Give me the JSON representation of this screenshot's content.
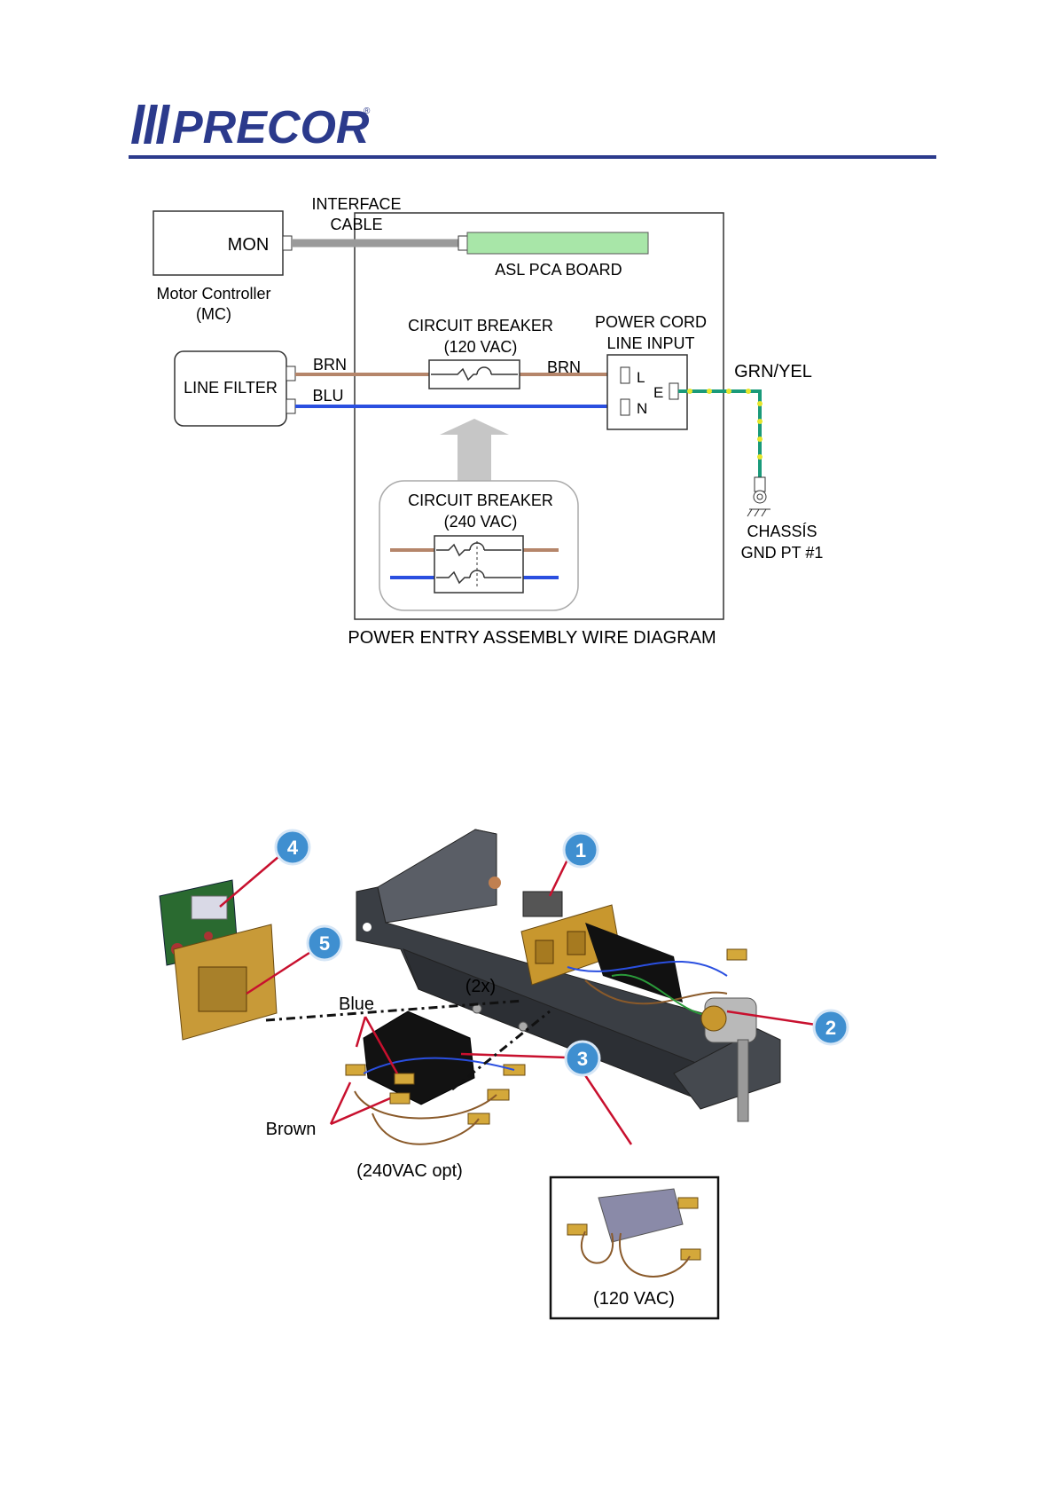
{
  "brand": {
    "logo_text": "PRECOR",
    "trademark": "®",
    "color": "#2b3a8c"
  },
  "wire_diagram": {
    "caption": "POWER ENTRY ASSEMBLY WIRE DIAGRAM",
    "mon": "MON",
    "mc_label_1": "Motor Controller",
    "mc_label_2": "(MC)",
    "interface_1": "INTERFACE",
    "interface_2": "CABLE",
    "asl_board": "ASL PCA BOARD",
    "cb120_1": "CIRCUIT BREAKER",
    "cb120_2": "(120 VAC)",
    "power_cord_1": "POWER CORD",
    "power_cord_2": "LINE INPUT",
    "line_filter": "LINE FILTER",
    "brn_left": "BRN",
    "brn_right": "BRN",
    "blu": "BLU",
    "pin_l": "L",
    "pin_n": "N",
    "pin_e": "E",
    "grn_yel": "GRN/YEL",
    "cb240_1": "CIRCUIT BREAKER",
    "cb240_2": "(240 VAC)",
    "chassis_1": "CHASSÍS",
    "chassis_2": "GND PT #1",
    "colors": {
      "brown": "#b5856a",
      "blue": "#2a4fe0",
      "ground": "#1a9a7a",
      "ground_dot": "#e6e62a",
      "board": "#a8e6a8"
    }
  },
  "parts_diagram": {
    "callouts": [
      "1",
      "2",
      "3",
      "4",
      "5"
    ],
    "screws": "(2x)",
    "blue": "Blue",
    "brown": "Brown",
    "opt240": "(240VAC opt)",
    "vac120": "(120 VAC)"
  }
}
